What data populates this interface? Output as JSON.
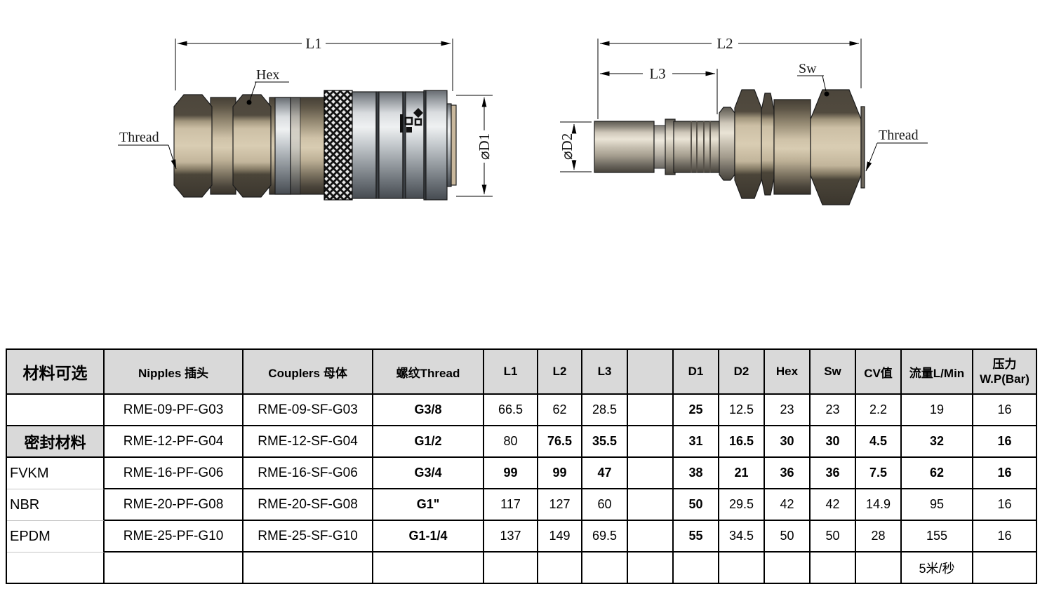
{
  "colors": {
    "header_bg": "#d9d9d9",
    "table_border": "#000000",
    "thin_border": "#c6c6c6",
    "bronze_light": "#d8ccb2",
    "bronze_dark": "#433e35",
    "silver_light": "#eff1f2",
    "silver_dark": "#464b51",
    "knurl_black": "#121212"
  },
  "drawings": {
    "coupler": {
      "dim_length": "L1",
      "hex_label": "Hex",
      "thread_label": "Thread",
      "diameter_label": "⌀D1"
    },
    "nipple": {
      "dim_length": "L2",
      "dim_probe": "L3",
      "sw_label": "Sw",
      "thread_label": "Thread",
      "diameter_label": "⌀D2"
    }
  },
  "table": {
    "headers": [
      "材料可选",
      "Nipples 插头",
      "Couplers 母体",
      "螺纹Thread",
      "L1",
      "L2",
      "L3",
      "",
      "D1",
      "D2",
      "Hex",
      "Sw",
      "CV值",
      "流量L/Min",
      "压力\nW.P(Bar)"
    ],
    "rows": [
      {
        "cells": [
          {
            "t": ""
          },
          {
            "t": "RME-09-PF-G03"
          },
          {
            "t": "RME-09-SF-G03"
          },
          {
            "t": "G3/8",
            "b": true
          },
          {
            "t": "66.5"
          },
          {
            "t": "62"
          },
          {
            "t": "28.5"
          },
          {
            "t": ""
          },
          {
            "t": "25",
            "b": true
          },
          {
            "t": "12.5"
          },
          {
            "t": "23"
          },
          {
            "t": "23"
          },
          {
            "t": "2.2"
          },
          {
            "t": "19"
          },
          {
            "t": "16"
          }
        ]
      },
      {
        "mat_gray": true,
        "cells": [
          {
            "t": "密封材料",
            "b": true
          },
          {
            "t": "RME-12-PF-G04"
          },
          {
            "t": "RME-12-SF-G04"
          },
          {
            "t": "G1/2",
            "b": true
          },
          {
            "t": "80"
          },
          {
            "t": "76.5",
            "b": true
          },
          {
            "t": "35.5",
            "b": true
          },
          {
            "t": ""
          },
          {
            "t": "31",
            "b": true
          },
          {
            "t": "16.5",
            "b": true
          },
          {
            "t": "30",
            "b": true
          },
          {
            "t": "30",
            "b": true
          },
          {
            "t": "4.5",
            "b": true
          },
          {
            "t": "32",
            "b": true
          },
          {
            "t": "16",
            "b": true
          }
        ]
      },
      {
        "mat_left": true,
        "thin_bottom": true,
        "cells": [
          {
            "t": "FVKM"
          },
          {
            "t": "RME-16-PF-G06"
          },
          {
            "t": "RME-16-SF-G06"
          },
          {
            "t": "G3/4",
            "b": true
          },
          {
            "t": "99",
            "b": true
          },
          {
            "t": "99",
            "b": true
          },
          {
            "t": "47",
            "b": true
          },
          {
            "t": ""
          },
          {
            "t": "38",
            "b": true
          },
          {
            "t": "21",
            "b": true
          },
          {
            "t": "36",
            "b": true
          },
          {
            "t": "36",
            "b": true
          },
          {
            "t": "7.5",
            "b": true
          },
          {
            "t": "62",
            "b": true
          },
          {
            "t": "16",
            "b": true
          }
        ]
      },
      {
        "mat_left": true,
        "thin_bottom": true,
        "cells": [
          {
            "t": "NBR"
          },
          {
            "t": "RME-20-PF-G08"
          },
          {
            "t": "RME-20-SF-G08"
          },
          {
            "t": "G1\"",
            "b": true
          },
          {
            "t": "117"
          },
          {
            "t": "127"
          },
          {
            "t": "60"
          },
          {
            "t": ""
          },
          {
            "t": "50",
            "b": true
          },
          {
            "t": "29.5"
          },
          {
            "t": "42"
          },
          {
            "t": "42"
          },
          {
            "t": "14.9"
          },
          {
            "t": "95"
          },
          {
            "t": "16"
          }
        ]
      },
      {
        "mat_left": true,
        "thin_bottom": true,
        "cells": [
          {
            "t": "EPDM"
          },
          {
            "t": "RME-25-PF-G10"
          },
          {
            "t": "RME-25-SF-G10"
          },
          {
            "t": "G1-1/4",
            "b": true
          },
          {
            "t": "137"
          },
          {
            "t": "149"
          },
          {
            "t": "69.5"
          },
          {
            "t": ""
          },
          {
            "t": "55",
            "b": true
          },
          {
            "t": "34.5"
          },
          {
            "t": "50"
          },
          {
            "t": "50"
          },
          {
            "t": "28"
          },
          {
            "t": "155"
          },
          {
            "t": "16"
          }
        ]
      },
      {
        "cells": [
          {
            "t": ""
          },
          {
            "t": ""
          },
          {
            "t": ""
          },
          {
            "t": ""
          },
          {
            "t": ""
          },
          {
            "t": ""
          },
          {
            "t": ""
          },
          {
            "t": ""
          },
          {
            "t": ""
          },
          {
            "t": ""
          },
          {
            "t": ""
          },
          {
            "t": ""
          },
          {
            "t": ""
          },
          {
            "t": "5米/秒"
          },
          {
            "t": ""
          }
        ]
      }
    ]
  }
}
